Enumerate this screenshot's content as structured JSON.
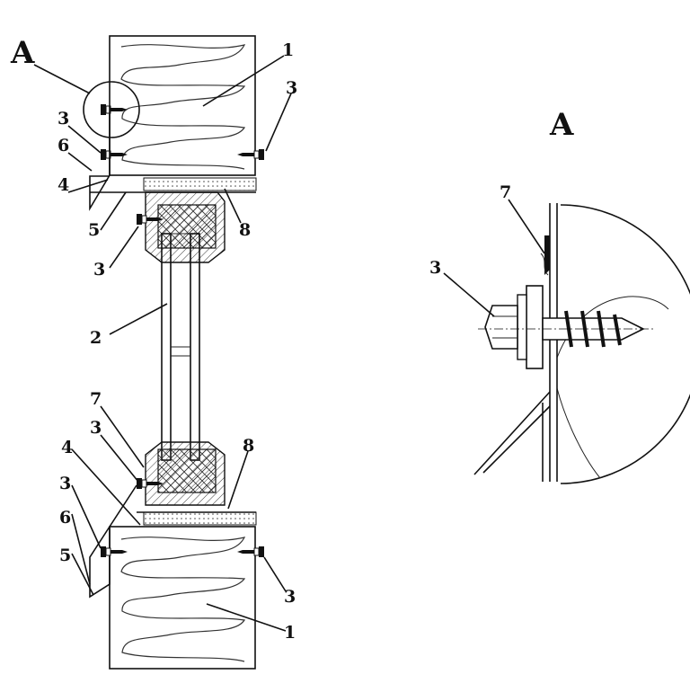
{
  "left_view": {
    "view_label": "A",
    "callouts": {
      "top_panel": "1",
      "top_screw_right": "3",
      "top_screw_circled": "3",
      "top_flashing_6": "6",
      "top_part_4": "4",
      "top_part_5": "5",
      "top_part_8": "8",
      "top_block_screw": "3",
      "glazing_2": "2",
      "bottom_sealant_7": "7",
      "bottom_block_screw": "3",
      "bottom_part_4": "4",
      "bottom_part_8": "8",
      "bottom_screw_left": "3",
      "bottom_flashing_6": "6",
      "bottom_part_5": "5",
      "bottom_screw_right": "3",
      "bottom_panel": "1"
    }
  },
  "detail_view": {
    "title": "A",
    "callouts": {
      "sealant_7": "7",
      "screw_3": "3"
    }
  }
}
